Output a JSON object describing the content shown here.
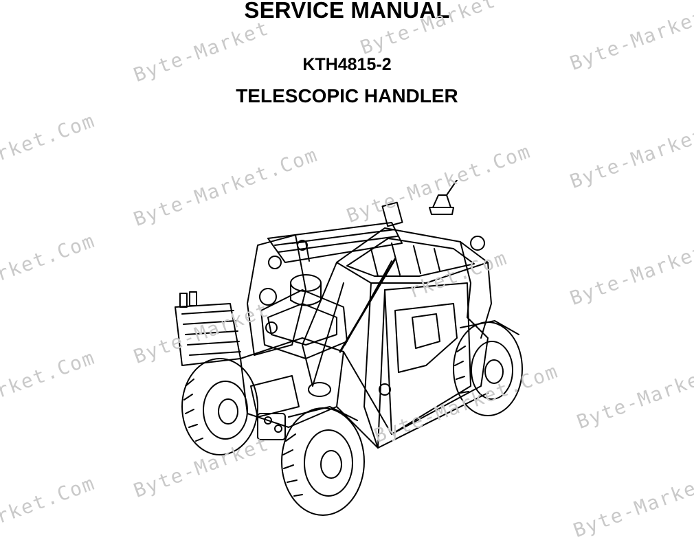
{
  "document": {
    "title": "SERVICE MANUAL",
    "model": "KTH4815-2",
    "description": "TELESCOPIC HANDLER"
  },
  "watermark": {
    "text_a": "Byte-Market",
    "text_b": "Byte-Market.Com",
    "text_c": "rket.Com",
    "color": "#c9c9c9"
  },
  "illustration": {
    "subject": "telescopic-handler-line-drawing"
  }
}
